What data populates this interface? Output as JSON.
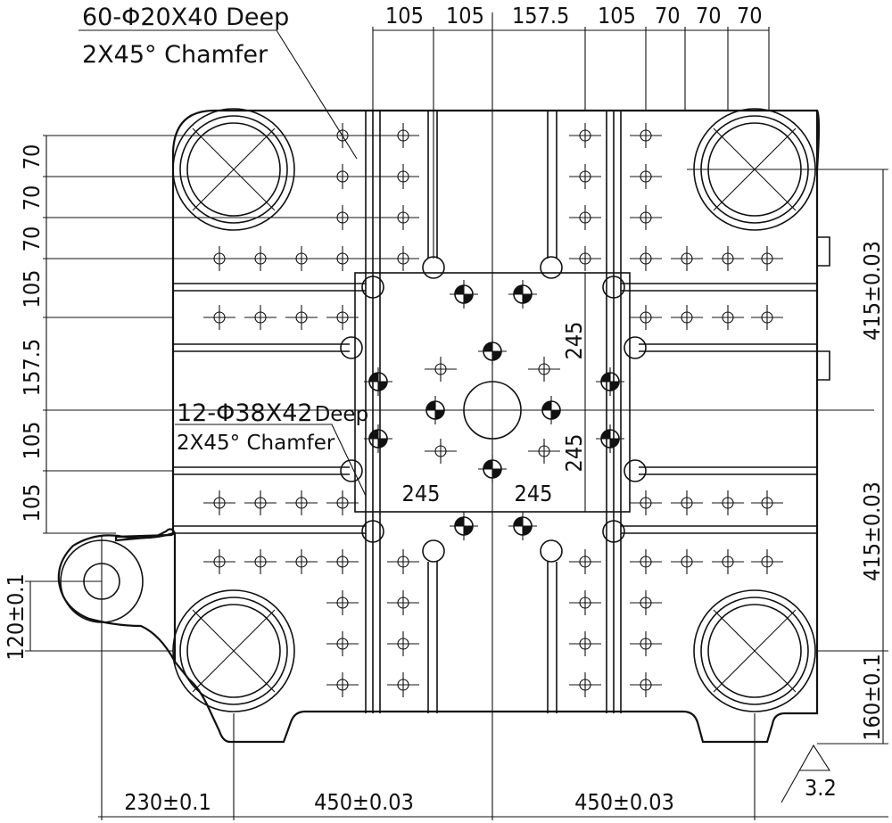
{
  "callouts": {
    "small_holes_spec": "60-Φ20X40 Deep",
    "small_holes_chamfer": "2X45° Chamfer",
    "large_holes_spec_a": "12-Φ38X42",
    "large_holes_spec_b": "Deep",
    "large_holes_chamfer": "2X45° Chamfer"
  },
  "dimensions": {
    "top": [
      "105",
      "105",
      "157.5",
      "105",
      "70",
      "70",
      "70"
    ],
    "left": [
      "70",
      "70",
      "70",
      "105",
      "157.5",
      "105",
      "105"
    ],
    "bottom": [
      "230±0.1",
      "450±0.03",
      "450±0.03"
    ],
    "right": [
      "415±0.03",
      "415±0.03",
      "160±0.1"
    ],
    "lug_height": "120±0.1",
    "inner": [
      "245",
      "245",
      "245",
      "245"
    ]
  },
  "surface_finish": "3.2"
}
